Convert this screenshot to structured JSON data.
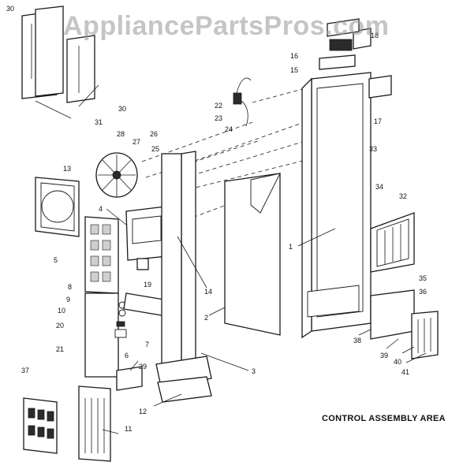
{
  "watermark": "AppliancePartsPros.com",
  "area_label": "CONTROL ASSEMBLY AREA",
  "callouts": {
    "p1": "1",
    "p2": "2",
    "p3": "3",
    "p4": "4",
    "p5": "5",
    "p6": "6",
    "p7": "7",
    "p8": "8",
    "p9": "9",
    "p10": "10",
    "p11": "11",
    "p12": "12",
    "p13": "13",
    "p14": "14",
    "p15": "15",
    "p16": "16",
    "p17": "17",
    "p18": "18",
    "p19": "19",
    "p20": "20",
    "p21": "21",
    "p22": "22",
    "p23": "23",
    "p24": "24",
    "p25": "25",
    "p26": "26",
    "p27": "27",
    "p28": "28",
    "p29": "29",
    "p30a": "30",
    "p30b": "30",
    "p31": "31",
    "p32": "32",
    "p33": "33",
    "p34": "34",
    "p35": "35",
    "p36": "36",
    "p37": "37",
    "p38": "38",
    "p39": "39",
    "p40": "40",
    "p41": "41"
  }
}
